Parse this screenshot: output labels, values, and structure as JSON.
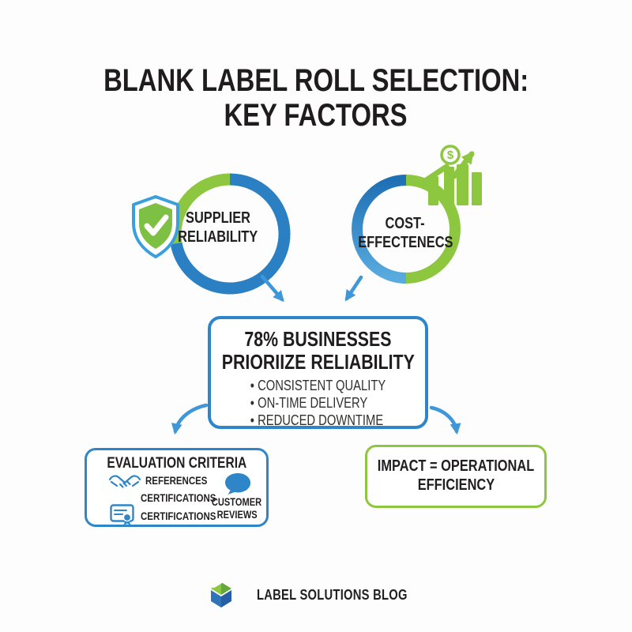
{
  "title": {
    "line1": "BLANK LABEL ROLL SELECTION:",
    "line2": "KEY FACTORS"
  },
  "colors": {
    "blue": "#2e86c9",
    "ring_blue": "#2b80c4",
    "arrow_blue": "#3f96d8",
    "green": "#8dc63f",
    "shield_green": "#7ec043",
    "text_dark": "#231f20"
  },
  "factors": {
    "supplier": {
      "icon": "shield-check-icon",
      "label_line1": "SUPPLIER",
      "label_line2": "RELIABILITY"
    },
    "cost": {
      "icon": "growth-chart-dollar-icon",
      "coin_symbol": "$",
      "label_line1": "COST-",
      "label_line2": "EFFECTENECS"
    }
  },
  "stat_box": {
    "headline_line1": "78% BUSINESSES",
    "headline_line2": "PRIORIIZE RELIABILITY",
    "bullets": [
      "CONSISTENT QUALITY",
      "ON-TIME DELIVERY",
      "REDUCED DOWNTIME"
    ]
  },
  "evaluation_box": {
    "title": "EVALUATION CRITERIA",
    "icons": [
      "handshake-icon",
      "certificate-icon",
      "speech-bubble-icon"
    ],
    "items": [
      "REFERENCES",
      "CERTIFICATIONS",
      "CERTIFICATIONS"
    ],
    "customer_line1": "CUSTOMER",
    "customer_line2": "REVIEWS"
  },
  "impact_box": {
    "line1": "IMPACT = OPERATIONAL",
    "line2": "EFFICIENCY"
  },
  "footer": {
    "icon": "label-cube-logo",
    "brand": "LABEL SOLUTIONS BLOG"
  }
}
